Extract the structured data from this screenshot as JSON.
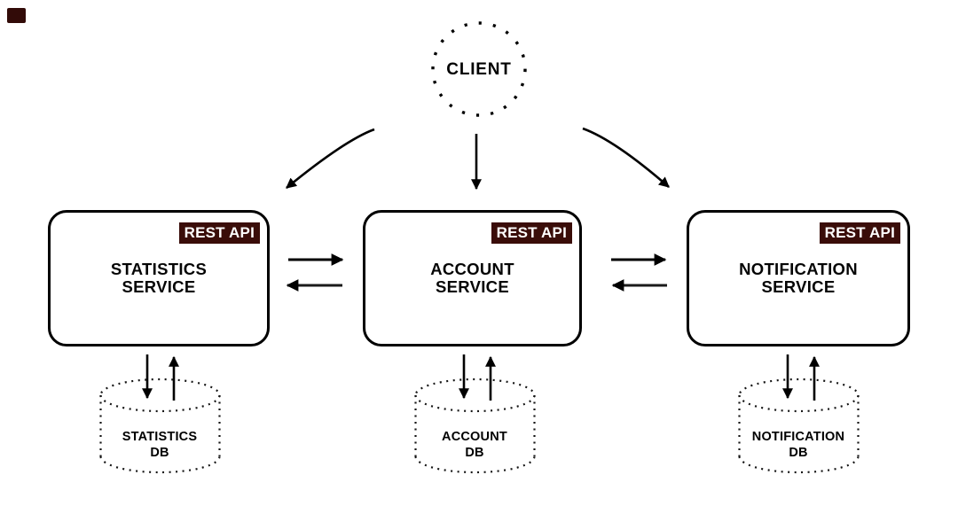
{
  "diagram": {
    "client": {
      "label": "CLIENT"
    },
    "services": [
      {
        "title_line1": "STATISTICS",
        "title_line2": "SERVICE",
        "badge": "REST API",
        "db_line1": "STATISTICS",
        "db_line2": "DB"
      },
      {
        "title_line1": "ACCOUNT",
        "title_line2": "SERVICE",
        "badge": "REST API",
        "db_line1": "ACCOUNT",
        "db_line2": "DB"
      },
      {
        "title_line1": "NOTIFICATION",
        "title_line2": "SERVICE",
        "badge": "REST API",
        "db_line1": "NOTIFICATION",
        "db_line2": "DB"
      }
    ],
    "colors": {
      "background": "#FFFFFF",
      "line": "#000000",
      "badge_bg": "#3A0D09",
      "badge_text": "#FFFFFF",
      "corner_mark": "#320B08"
    }
  }
}
